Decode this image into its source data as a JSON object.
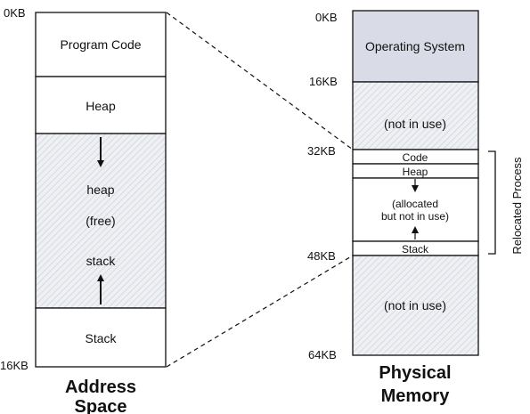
{
  "address_space": {
    "top_label": "0KB",
    "bottom_label": "16KB",
    "code": "Program Code",
    "heap": "Heap",
    "free_heap": "heap",
    "free": "(free)",
    "free_stack": "stack",
    "stack": "Stack",
    "title_line1": "Address",
    "title_line2": "Space"
  },
  "physical_memory": {
    "labels": {
      "kb0": "0KB",
      "kb16": "16KB",
      "kb32": "32KB",
      "kb48": "48KB",
      "kb64": "64KB"
    },
    "os": "Operating System",
    "unused_upper": "(not in use)",
    "code": "Code",
    "heap": "Heap",
    "allocated_line1": "(allocated",
    "allocated_line2": "but not in use)",
    "stack": "Stack",
    "unused_lower": "(not in use)",
    "relocated": "Relocated Process",
    "title_line1": "Physical",
    "title_line2": "Memory"
  },
  "colors": {
    "os_fill": "#d9dce6",
    "hatch_bg": "#eef0f4",
    "hatch_line": "#c9ccd6",
    "border": "#111111"
  }
}
